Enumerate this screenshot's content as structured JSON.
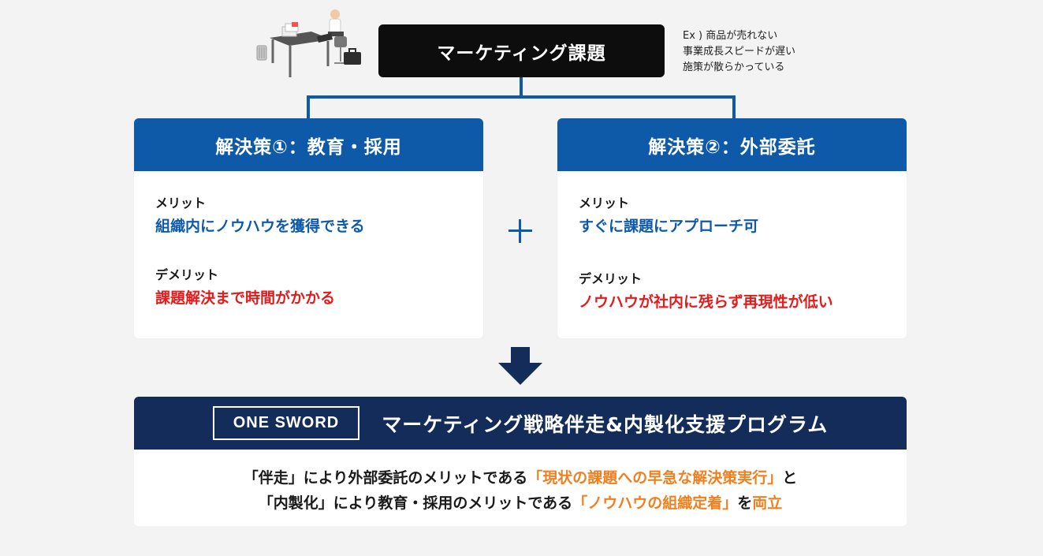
{
  "top": {
    "title": "マーケティング課題",
    "examples": [
      "Ex ) 商品が売れない",
      "事業成長スピードが遅い",
      "施策が散らかっている"
    ]
  },
  "solutions": [
    {
      "title": "解決策①：教育・採用",
      "merit_label": "メリット",
      "merit": "組織内にノウハウを獲得できる",
      "demerit_label": "デメリット",
      "demerit": "課題解決まで時間がかかる"
    },
    {
      "title": "解決策②：外部委託",
      "merit_label": "メリット",
      "merit": "すぐに課題にアプローチ可",
      "demerit_label": "デメリット",
      "demerit": "ノウハウが社内に残らず再現性が低い"
    }
  ],
  "program": {
    "brand": "ONE SWORD",
    "title": "マーケティング戦略伴走&内製化支援プログラム",
    "line1": {
      "pre": "「伴走」により外部委託のメリットである",
      "highlight": "「現状の課題への早急な解決策実行」",
      "post": "と"
    },
    "line2": {
      "pre": "「内製化」により教育・採用のメリットである",
      "highlight": "「ノウハウの組織定着」",
      "mid": "を",
      "highlight2": "両立"
    }
  },
  "colors": {
    "blue": "#0f5aa8",
    "navy": "#132c5a",
    "red": "#e41b1b",
    "orange": "#f07f1e",
    "black": "#0d0d0d"
  }
}
